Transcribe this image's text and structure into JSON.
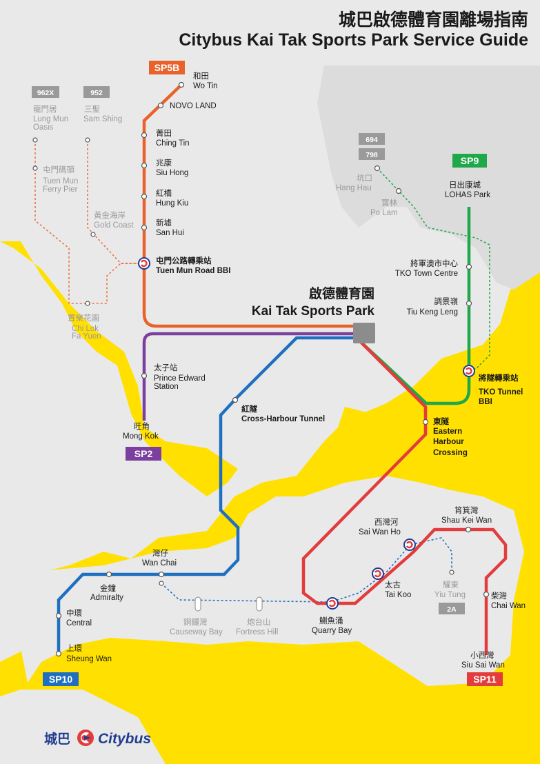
{
  "title": {
    "zh": "城巴啟德體育園離場指南",
    "en": "Citybus Kai Tak Sports Park Service Guide"
  },
  "hub": {
    "zh": "啟德體育園",
    "en": "Kai Tak Sports Park"
  },
  "routes": {
    "sp5b": {
      "label": "SP5B",
      "color": "#e8622a"
    },
    "sp2": {
      "label": "SP2",
      "color": "#7b3fa0"
    },
    "sp9": {
      "label": "SP9",
      "color": "#1fa84a"
    },
    "sp10": {
      "label": "SP10",
      "color": "#1f6fc0"
    },
    "sp11": {
      "label": "SP11",
      "color": "#e23c3c"
    },
    "r962x": {
      "label": "962X"
    },
    "r952": {
      "label": "952"
    },
    "r694": {
      "label": "694"
    },
    "r798": {
      "label": "798"
    },
    "r2a": {
      "label": "2A"
    }
  },
  "stops": {
    "wo_tin": {
      "zh": "和田",
      "en": "Wo Tin"
    },
    "novo_land": {
      "en": "NOVO LAND"
    },
    "ching_tin": {
      "zh": "菁田",
      "en": "Ching Tin"
    },
    "siu_hong": {
      "zh": "兆康",
      "en": "Siu Hong"
    },
    "hung_kiu": {
      "zh": "紅橋",
      "en": "Hung Kiu"
    },
    "san_hui": {
      "zh": "新墟",
      "en": "San Hui"
    },
    "tmr_bbi": {
      "zh": "屯門公路轉乘站",
      "en": "Tuen Mun Road BBI"
    },
    "lung_mun": {
      "zh": "龍門居",
      "en1": "Lung Mun",
      "en2": "Oasis"
    },
    "sam_shing": {
      "zh": "三聖",
      "en": "Sam Shing"
    },
    "tm_ferry": {
      "zh": "屯門碼頭",
      "en1": "Tuen Mun",
      "en2": "Ferry Pier"
    },
    "gold_coast": {
      "zh": "黃金海岸",
      "en": "Gold Coast"
    },
    "chi_lok": {
      "zh": "置樂花園",
      "en1": "Chi Lok",
      "en2": "Fa Yuen"
    },
    "prince_edward": {
      "zh": "太子站",
      "en1": "Prince Edward",
      "en2": "Station"
    },
    "mong_kok": {
      "zh": "旺角",
      "en": "Mong Kok"
    },
    "cht": {
      "zh": "紅隧",
      "en": "Cross-Harbour Tunnel"
    },
    "ehc": {
      "zh": "東隧",
      "en1": "Eastern",
      "en2": "Harbour",
      "en3": "Crossing"
    },
    "hang_hau": {
      "zh": "坑口",
      "en": "Hang Hau"
    },
    "po_lam": {
      "zh": "寶林",
      "en": "Po Lam"
    },
    "lohas": {
      "zh": "日出康城",
      "en": "LOHAS Park"
    },
    "tko_tc": {
      "zh": "將軍澳市中心",
      "en": "TKO Town Centre"
    },
    "tkl": {
      "zh": "調景嶺",
      "en": "Tiu Keng Leng"
    },
    "tko_bbi": {
      "zh": "將隧轉乘站",
      "en1": "TKO Tunnel",
      "en2": "BBI"
    },
    "wan_chai": {
      "zh": "灣仔",
      "en": "Wan Chai"
    },
    "admiralty": {
      "zh": "金鐘",
      "en": "Admiralty"
    },
    "central": {
      "zh": "中環",
      "en": "Central"
    },
    "sheung_wan": {
      "zh": "上環",
      "en": "Sheung Wan"
    },
    "causeway_bay": {
      "zh": "銅鑼灣",
      "en": "Causeway Bay"
    },
    "fortress_hill": {
      "zh": "炮台山",
      "en": "Fortress Hill"
    },
    "quarry_bay": {
      "zh": "鰂魚涌",
      "en": "Quarry Bay"
    },
    "tai_koo": {
      "zh": "太古",
      "en": "Tai Koo"
    },
    "sai_wan_ho": {
      "zh": "西灣河",
      "en": "Sai Wan Ho"
    },
    "skw": {
      "zh": "筲箕灣",
      "en": "Shau Kei Wan"
    },
    "yiu_tung": {
      "zh": "耀東",
      "en": "Yiu Tung"
    },
    "chai_wan": {
      "zh": "柴灣",
      "en": "Chai Wan"
    },
    "siu_sai_wan": {
      "zh": "小西灣",
      "en": "Siu Sai Wan"
    }
  },
  "logo": {
    "zh": "城巴",
    "en": "Citybus"
  },
  "colors": {
    "land": "#e9e9e9",
    "sea": "#ffe000",
    "hub": "#8c8c8c",
    "grey_route": "#9a9a9a"
  }
}
